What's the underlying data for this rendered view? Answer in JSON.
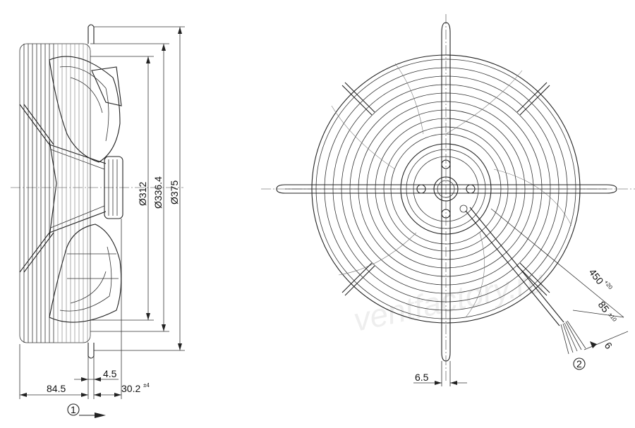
{
  "watermark": "ventfactory.ru",
  "side_view": {
    "dims": {
      "d1": "Ø312",
      "d2": "Ø336.4",
      "d3": "Ø375",
      "depth": "84.5",
      "flange": "4.5",
      "hub": "30.2",
      "hub_tol": "±4"
    },
    "airflow_marker": "1"
  },
  "front_view": {
    "dims": {
      "bolt": "6.5",
      "cable_len": "450",
      "cable_len_tol": "+20",
      "strip_len": "85",
      "strip_len_tol": "±10",
      "strip_end": "6"
    },
    "cable_marker": "2"
  },
  "colors": {
    "line": "#222222",
    "background": "#ffffff"
  }
}
